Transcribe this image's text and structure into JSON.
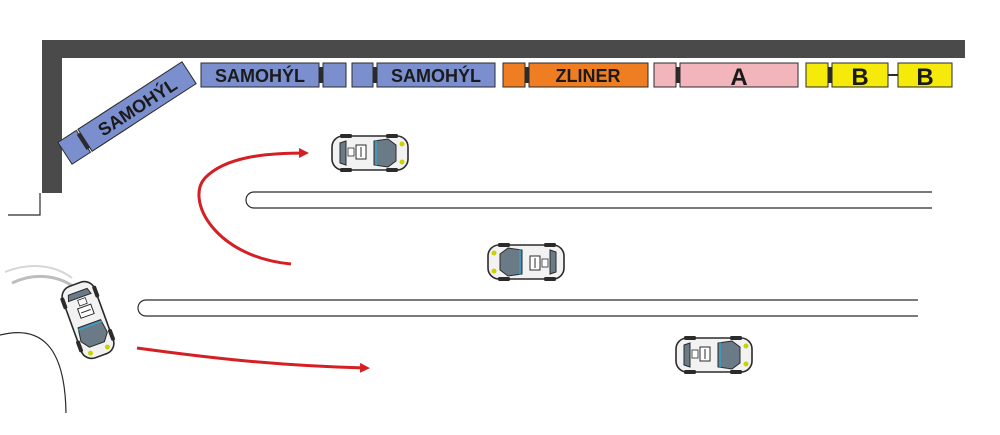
{
  "colors": {
    "wall": "#4a4a4a",
    "samohyl": "#7b8fcf",
    "zliner": "#ef7d22",
    "zone_a": "#f2b5bc",
    "zone_b": "#f6ea0a",
    "arrow": "#d42024",
    "car_body": "#f2f2f2",
    "car_glass": "#6a7a86",
    "outline": "#2b2b2b"
  },
  "signs": {
    "samohyl_diagonal": "SAMOHÝL",
    "samohyl_1": "SAMOHÝL",
    "samohyl_2": "SAMOHÝL",
    "zliner": "ZLINER",
    "zone_a": "A",
    "zone_b_1": "B",
    "zone_b_2": "B"
  },
  "icons": {
    "cars": [
      "car-icon",
      "car-icon",
      "car-icon",
      "car-icon"
    ],
    "arrows": [
      "u-turn-arrow-icon",
      "straight-arrow-icon"
    ]
  }
}
